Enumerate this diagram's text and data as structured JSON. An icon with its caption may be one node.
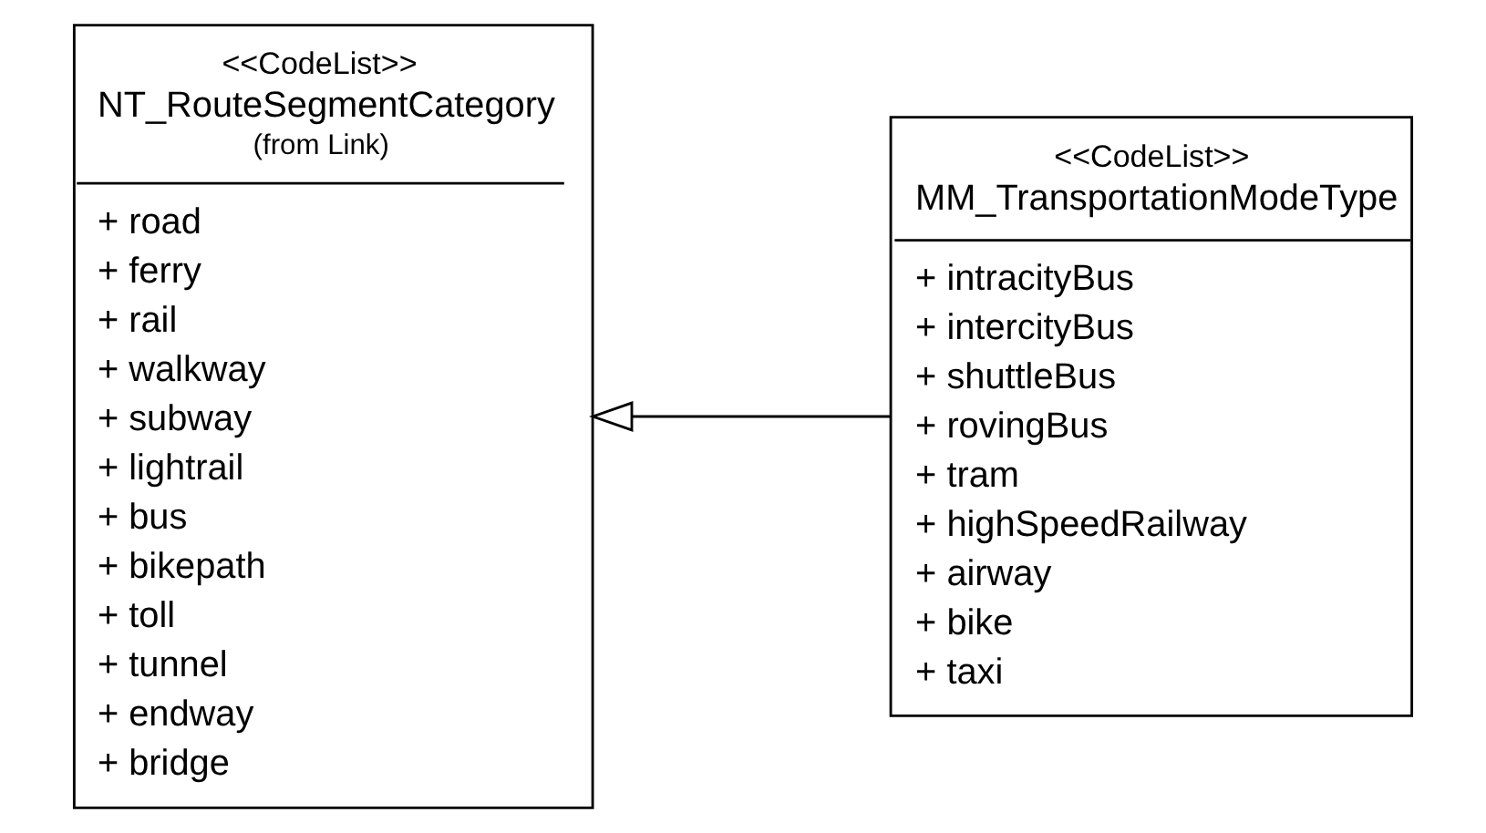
{
  "diagram": {
    "nodes": [
      {
        "text": [
          "<<CodeList>>",
          "NT_RouteSegmentCategory",
          "(from Link)",
          "+ road",
          "+ ferry",
          "+ rail",
          "+ walkway",
          "+ subway",
          "+ lightrail",
          "+ bus",
          "+ bikepath",
          "+ toll",
          "+ tunnel",
          "+ endway",
          "+ bridge"
        ]
      },
      {
        "text": [
          "<<CodeList>>",
          "MM_TransportationModeType",
          "+ intracityBus",
          "+ intercityBus",
          "+ shuttleBus",
          "+ rovingBus",
          "+ tram",
          "+ highSpeedRailway",
          "+ airway",
          "+ bike",
          "+ taxi"
        ]
      }
    ],
    "edges": [
      {
        "from": 1,
        "to": 0,
        "arrow": "to"
      }
    ]
  }
}
